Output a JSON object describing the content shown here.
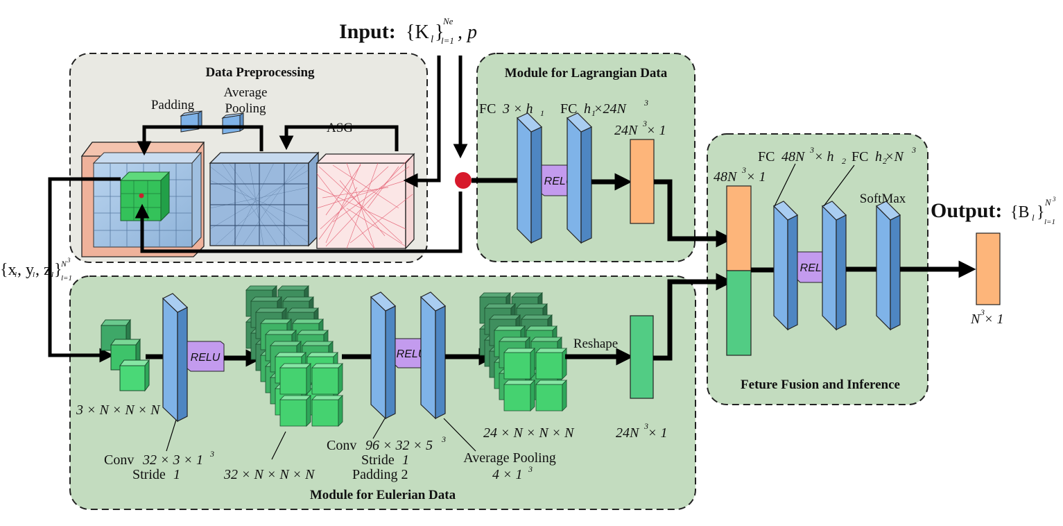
{
  "input": {
    "label": "Input:",
    "formula": "{K",
    "sub_l": "l",
    "close": "}",
    "sup": "Ne",
    "sub": "l=1",
    "tail": ", p"
  },
  "output": {
    "label": "Output:",
    "formula": "{B",
    "sub_l": "l",
    "close": "}",
    "sup": "N",
    "sup3": "3",
    "sub": "l=1"
  },
  "coords": {
    "formula": "{x",
    "y": ", y",
    "z": ", z",
    "sub_l": "l",
    "close": "}",
    "sup": "N",
    "sup3": "3",
    "sub": "l=1"
  },
  "modules": {
    "preprocessing": "Data Preprocessing",
    "lagrangian": "Module for Lagrangian Data",
    "eulerian": "Module for Eulerian Data",
    "fusion": "Feture Fusion and Inference"
  },
  "preprocessing": {
    "padding": "Padding",
    "avg_pool_1": "Average",
    "avg_pool_2": "Pooling",
    "asg": "ASG"
  },
  "lagrangian": {
    "fc1_prefix": "FC ",
    "fc1_formula": "3 × h",
    "fc1_sub": "1",
    "fc2_prefix": "FC ",
    "fc2_formula": "h",
    "fc2_sub": "1",
    "fc2_tail": " ×24N",
    "fc2_sup": "3",
    "vec_formula": "24N",
    "vec_sup": "3",
    "vec_tail": " × 1",
    "relu": "RELU"
  },
  "eulerian": {
    "in_shape": "3 × N × N × N",
    "conv1_1": "Conv ",
    "conv1_2": "32 × 3 × 1",
    "conv1_sup": "3",
    "stride1_1": "Stride ",
    "stride1_2": "1",
    "mid_shape": "32 × N × N × N",
    "conv2_1": "Conv ",
    "conv2_2": "96 × 32 × 5",
    "conv2_sup": "3",
    "stride2_1": "Stride ",
    "stride2_2": "1",
    "padding2": "Padding 2",
    "avgpool": "Average Pooling",
    "avgpool_k": "4 × 1",
    "avgpool_sup": "3",
    "out_shape": "24 × N × N × N",
    "reshape": "Reshape",
    "vec_formula": "24N",
    "vec_sup": "3",
    "vec_tail": " × 1",
    "relu1": "RELU",
    "relu2": "RELU"
  },
  "fusion": {
    "concat_formula": "48N",
    "concat_sup": "3",
    "concat_tail": " × 1",
    "fc1_prefix": "FC ",
    "fc1_formula": "48N",
    "fc1_sup": "3",
    "fc1_tail": " × h",
    "fc1_sub": "2",
    "fc2_prefix": "FC ",
    "fc2_formula": "h",
    "fc2_sub": "2",
    "fc2_tail": " ×N",
    "fc2_sup": "3",
    "softmax": "SoftMax",
    "relu": "RELU",
    "out_formula": "N",
    "out_sup": "3",
    "out_tail": " × 1"
  },
  "colors": {
    "module_green": "#c3dcbf",
    "preproc_gray": "#e9e9e3",
    "layer_blue": "#7fb3e8",
    "relu_purple": "#c39bee",
    "vector_orange": "#fdb57a",
    "vector_green": "#52cc84",
    "cube_green": "#45c46a",
    "red_point": "#d7192b"
  }
}
